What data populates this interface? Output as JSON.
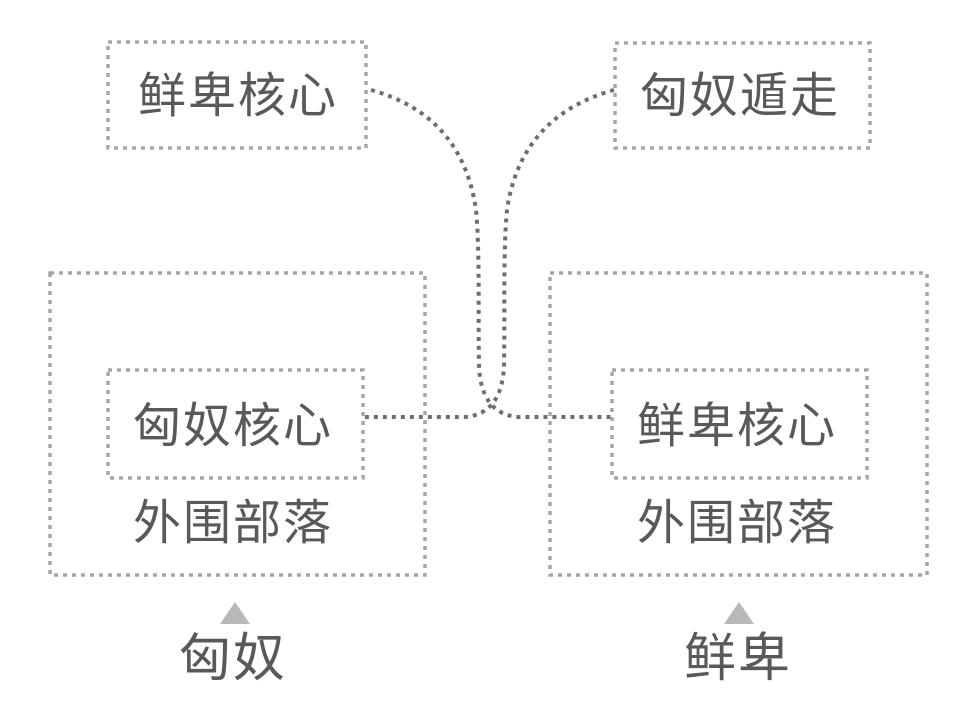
{
  "colors": {
    "background": "#ffffff",
    "box_border": "#a6a6a6",
    "connector": "#6e6e6e",
    "text": "#595959",
    "triangle": "#b8b8b8"
  },
  "nodes": {
    "top_left": {
      "label": "鲜卑核心"
    },
    "top_right": {
      "label": "匈奴遁走"
    },
    "left_group": {
      "core": "匈奴核心",
      "periphery": "外围部落",
      "caption": "匈奴"
    },
    "right_group": {
      "core": "鲜卑核心",
      "periphery": "外围部落",
      "caption": "鲜卑"
    }
  },
  "connections": [
    {
      "from": "top_left_box",
      "to": "right_group_core_box",
      "style": "dotted-curve"
    },
    {
      "from": "top_right_box",
      "to": "left_group_core_box",
      "style": "dotted-curve"
    }
  ]
}
